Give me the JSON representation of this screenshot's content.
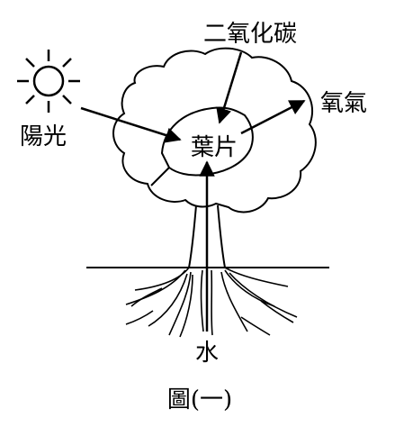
{
  "diagram": {
    "labels": {
      "carbon_dioxide": "二氧化碳",
      "sunlight": "陽光",
      "oxygen": "氧氣",
      "leaf": "葉片",
      "water": "水"
    },
    "caption": "圖(一)"
  }
}
